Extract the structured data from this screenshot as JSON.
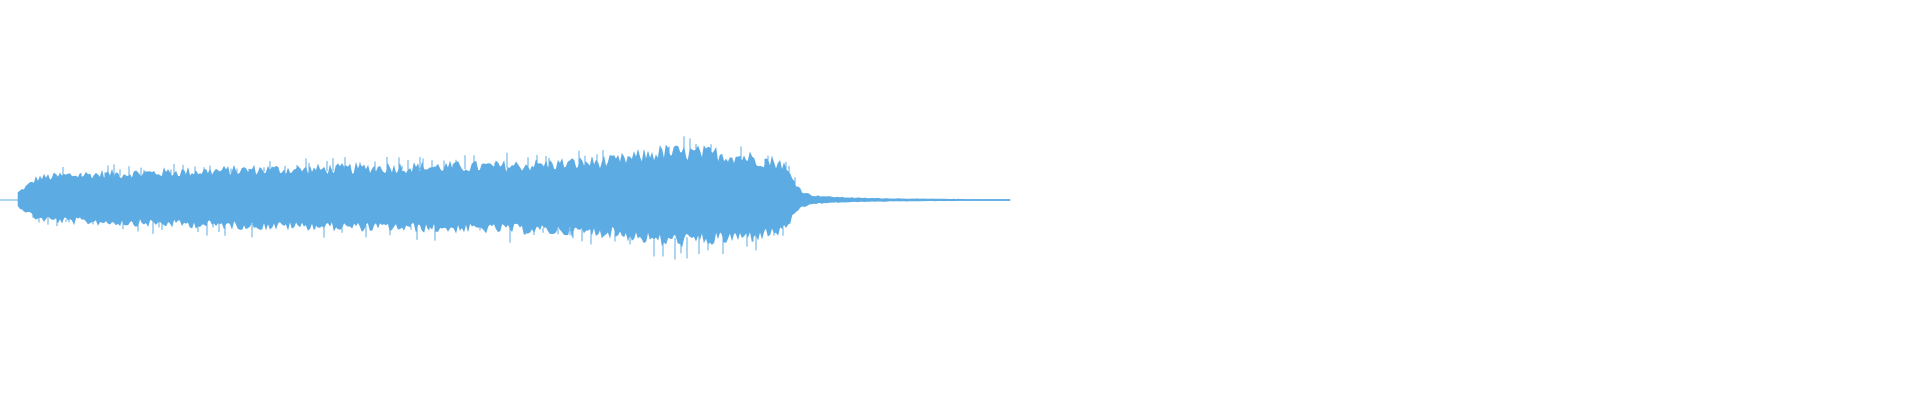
{
  "waveform": {
    "color": "#5dabe3",
    "background": "#ffffff",
    "envelope": {
      "comment_free": true,
      "time_fraction": [
        0.0,
        0.02,
        0.05,
        0.1,
        0.15,
        0.2,
        0.25,
        0.3,
        0.35,
        0.4,
        0.45,
        0.5,
        0.55,
        0.6,
        0.62,
        0.65,
        0.7,
        0.74,
        0.77,
        0.78,
        0.79,
        0.8,
        0.82,
        0.85,
        0.9,
        0.95,
        1.0
      ],
      "amplitude": [
        0.1,
        0.3,
        0.34,
        0.36,
        0.38,
        0.4,
        0.42,
        0.42,
        0.44,
        0.45,
        0.46,
        0.47,
        0.5,
        0.53,
        0.58,
        0.66,
        0.64,
        0.58,
        0.5,
        0.3,
        0.12,
        0.06,
        0.04,
        0.025,
        0.015,
        0.01,
        0.005
      ]
    },
    "active_fraction": 0.525
  }
}
